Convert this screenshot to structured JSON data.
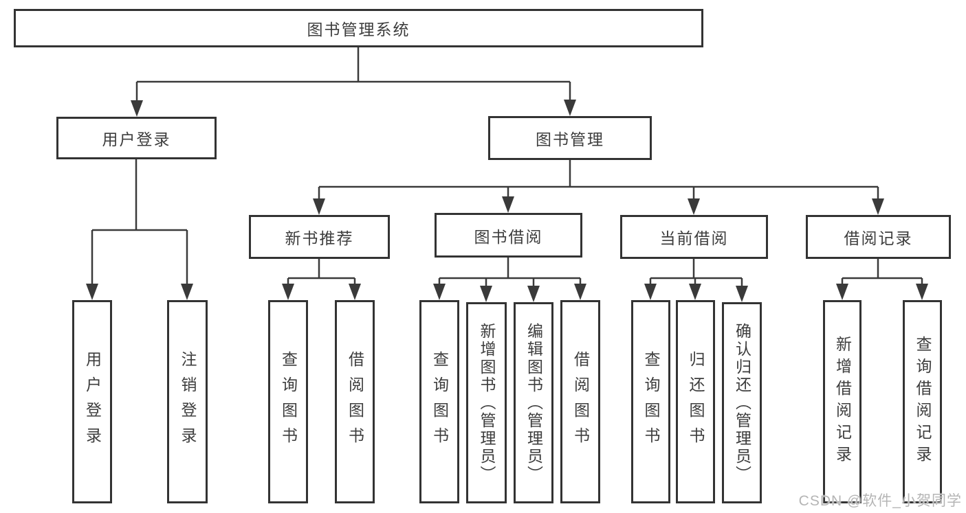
{
  "diagram": {
    "root": {
      "label": "图书管理系统"
    },
    "branches": [
      {
        "label": "用户登录",
        "children": [
          {
            "label": "用户登录"
          },
          {
            "label": "注销登录"
          }
        ]
      },
      {
        "label": "图书管理",
        "children": [
          {
            "label": "新书推荐",
            "children": [
              {
                "label": "查询图书"
              },
              {
                "label": "借阅图书"
              }
            ]
          },
          {
            "label": "图书借阅",
            "children": [
              {
                "label": "查询图书"
              },
              {
                "label": "新增图书（管理员）"
              },
              {
                "label": "编辑图书（管理员）"
              },
              {
                "label": "借阅图书"
              }
            ]
          },
          {
            "label": "当前借阅",
            "children": [
              {
                "label": "查询图书"
              },
              {
                "label": "归还图书"
              },
              {
                "label": "确认归还（管理员）"
              }
            ]
          },
          {
            "label": "借阅记录",
            "children": [
              {
                "label": "新增借阅记录"
              },
              {
                "label": "查询借阅记录"
              }
            ]
          }
        ]
      }
    ],
    "watermark": "CSDN @软件_小贺同学",
    "colors": {
      "line": "#3a3a3a",
      "box_border": "#333333",
      "text": "#3d3d3d",
      "background": "#ffffff",
      "watermark": "#b5b5b5"
    }
  }
}
